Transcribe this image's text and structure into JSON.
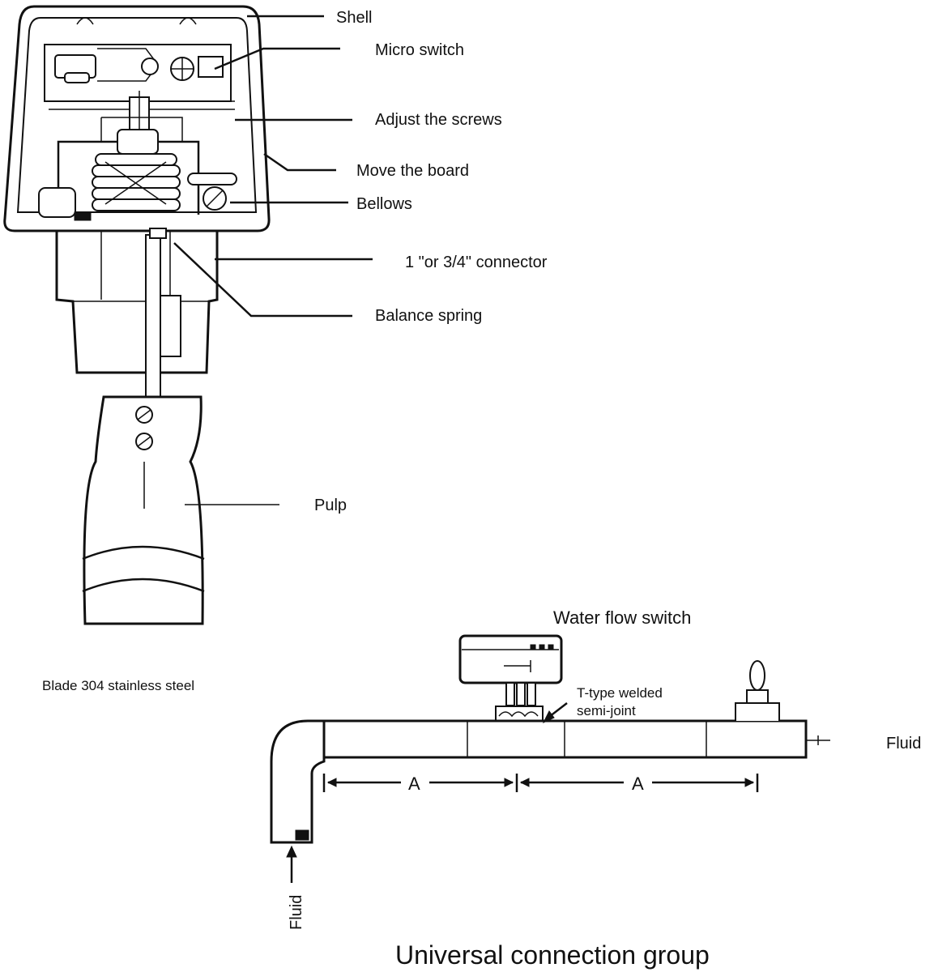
{
  "labels": {
    "shell": "Shell",
    "micro_switch": "Micro switch",
    "adjust_screws": "Adjust the screws",
    "move_board": "Move the board",
    "bellows": "Bellows",
    "connector": "1 \"or 3/4\" connector",
    "balance_spring": "Balance spring",
    "pulp": "Pulp",
    "blade": "Blade 304 stainless steel"
  },
  "connection": {
    "water_flow_switch": "Water flow switch",
    "t_type_line1": "T-type welded",
    "t_type_line2": "semi-joint",
    "fluid_out": "Fluid",
    "fluid_in": "Fluid",
    "dim_a1": "A",
    "dim_a2": "A",
    "title": "Universal connection group"
  }
}
